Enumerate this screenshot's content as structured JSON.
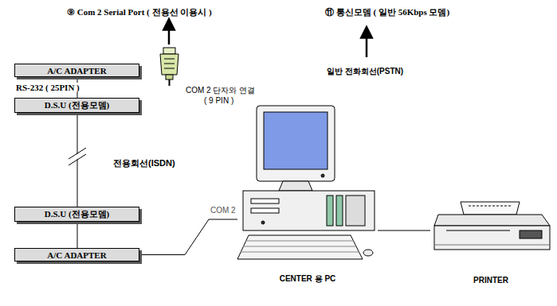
{
  "diagram": {
    "nodes": [
      {
        "text": [
          "A/C ADAPTER"
        ]
      },
      {
        "text": [
          "D.S.U (전용모뎀)"
        ]
      },
      {
        "text": [
          "D.S.U (전용모뎀)"
        ]
      },
      {
        "text": [
          "A/C ADAPTER"
        ]
      },
      {
        "text": [
          "CENTER 용 PC"
        ]
      },
      {
        "text": [
          "PRINTER"
        ]
      }
    ],
    "edges": [
      {
        "from": 0,
        "to": 1,
        "arrow": "none",
        "label": "RS-232 ( 25PIN )"
      },
      {
        "from": 1,
        "to": 2,
        "arrow": "none",
        "label": "전용회선(ISDN)"
      },
      {
        "from": 2,
        "to": 3,
        "arrow": "none"
      },
      {
        "from": 3,
        "to": 4,
        "arrow": "none",
        "label": "COM 2"
      },
      {
        "from": 4,
        "to": 5,
        "arrow": "none"
      }
    ],
    "labels": [
      "⑨ Com 2 Serial Port ( 전용선 이용시 )",
      "COM 2 단자와 연결",
      "( 9 PIN )",
      "⑪ 통신모뎀 ( 일반 56Kbps 모뎀)",
      "일반 전화회선(PSTN)"
    ]
  }
}
